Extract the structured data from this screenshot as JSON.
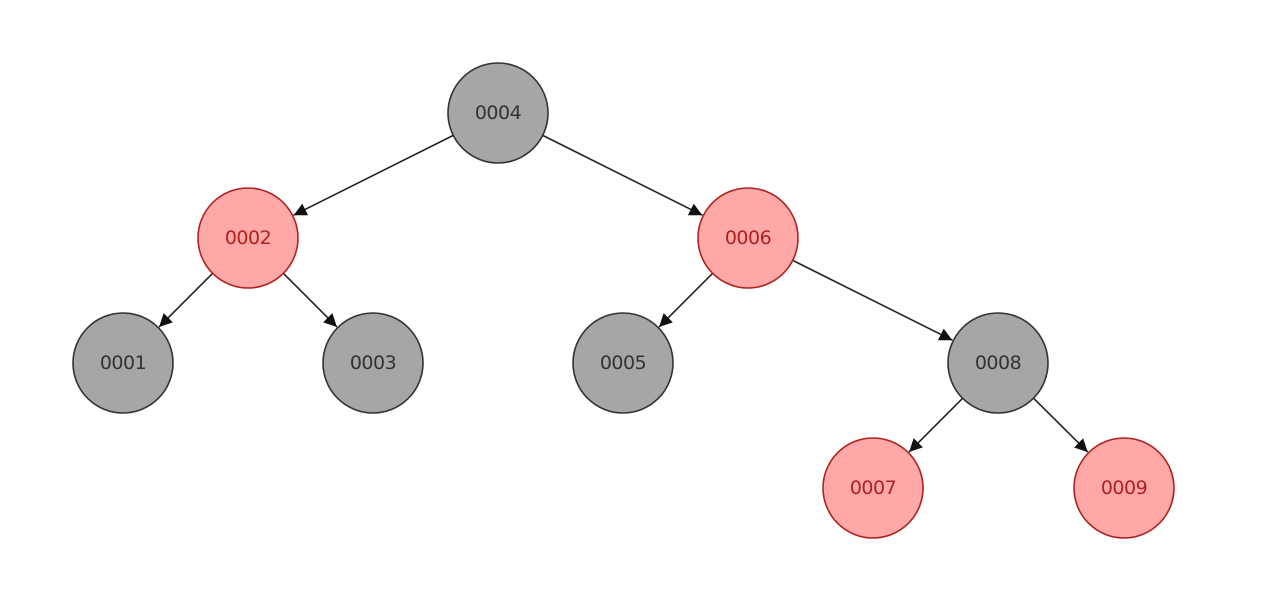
{
  "tree": {
    "colors": {
      "black_fill": "#a6a6a6",
      "black_stroke": "#333333",
      "black_text": "#333333",
      "red_fill": "#fea8a8",
      "red_stroke": "#b02222",
      "red_text": "#b02222",
      "edge": "#222222"
    },
    "nodes": [
      {
        "id": "n4",
        "label": "0004",
        "color": "black"
      },
      {
        "id": "n2",
        "label": "0002",
        "color": "red"
      },
      {
        "id": "n6",
        "label": "0006",
        "color": "red"
      },
      {
        "id": "n1",
        "label": "0001",
        "color": "black"
      },
      {
        "id": "n3",
        "label": "0003",
        "color": "black"
      },
      {
        "id": "n5",
        "label": "0005",
        "color": "black"
      },
      {
        "id": "n8",
        "label": "0008",
        "color": "black"
      },
      {
        "id": "n7",
        "label": "0007",
        "color": "red"
      },
      {
        "id": "n9",
        "label": "0009",
        "color": "red"
      }
    ],
    "edges": [
      {
        "from": "n4",
        "to": "n2"
      },
      {
        "from": "n4",
        "to": "n6"
      },
      {
        "from": "n2",
        "to": "n1"
      },
      {
        "from": "n2",
        "to": "n3"
      },
      {
        "from": "n6",
        "to": "n5"
      },
      {
        "from": "n6",
        "to": "n8"
      },
      {
        "from": "n8",
        "to": "n7"
      },
      {
        "from": "n8",
        "to": "n9"
      }
    ]
  }
}
